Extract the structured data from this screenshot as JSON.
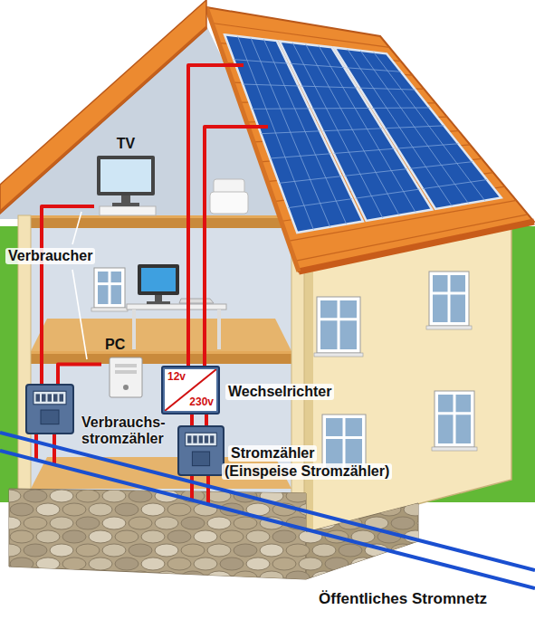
{
  "diagram": {
    "nodes": [
      {
        "text": [
          "TV"
        ]
      },
      {
        "text": [
          "PC"
        ]
      },
      {
        "text": [
          "12v",
          "230v",
          "Wechselrichter"
        ]
      },
      {
        "text": [
          "Verbrauchs- stromzähler"
        ]
      },
      {
        "text": [
          "Stromzähler",
          "(Einspeise Stromzähler)"
        ]
      }
    ],
    "edges": [
      {
        "from": 2,
        "to": 4,
        "arrow": "none"
      },
      {
        "from": 3,
        "to": 1,
        "arrow": "none"
      },
      {
        "from": 3,
        "to": 0,
        "arrow": "none"
      }
    ],
    "labels": [
      "Verbraucher",
      "Öffentliches Stromnetz"
    ]
  }
}
